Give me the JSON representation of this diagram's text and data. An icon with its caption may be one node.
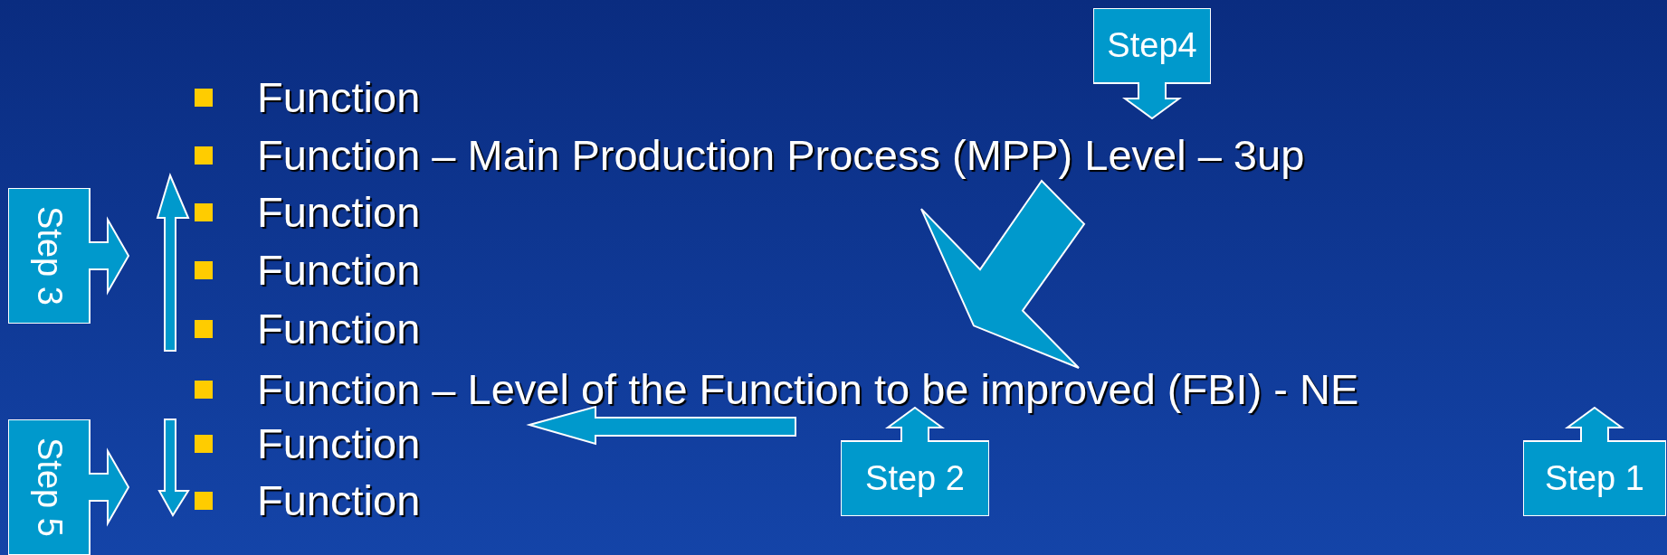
{
  "diagram": {
    "nodes": [
      {
        "text": [
          "Function"
        ]
      },
      {
        "text": [
          "Function – Main Production Process (MPP) Level – 3up"
        ]
      },
      {
        "text": [
          "Function"
        ]
      },
      {
        "text": [
          "Function"
        ]
      },
      {
        "text": [
          "Function"
        ]
      },
      {
        "text": [
          "Function – Level of the Function to be improved (FBI) - NE"
        ]
      },
      {
        "text": [
          "Function"
        ]
      },
      {
        "text": [
          "Function"
        ]
      },
      {
        "text": [
          "Step4"
        ]
      },
      {
        "text": [
          "Step 3"
        ]
      },
      {
        "text": [
          "Step 5"
        ]
      },
      {
        "text": [
          "Step 2"
        ]
      },
      {
        "text": [
          "Step 1"
        ]
      }
    ],
    "edges": [
      {
        "from": 1,
        "to": 5,
        "arrow": "to",
        "style": "thick"
      }
    ]
  }
}
